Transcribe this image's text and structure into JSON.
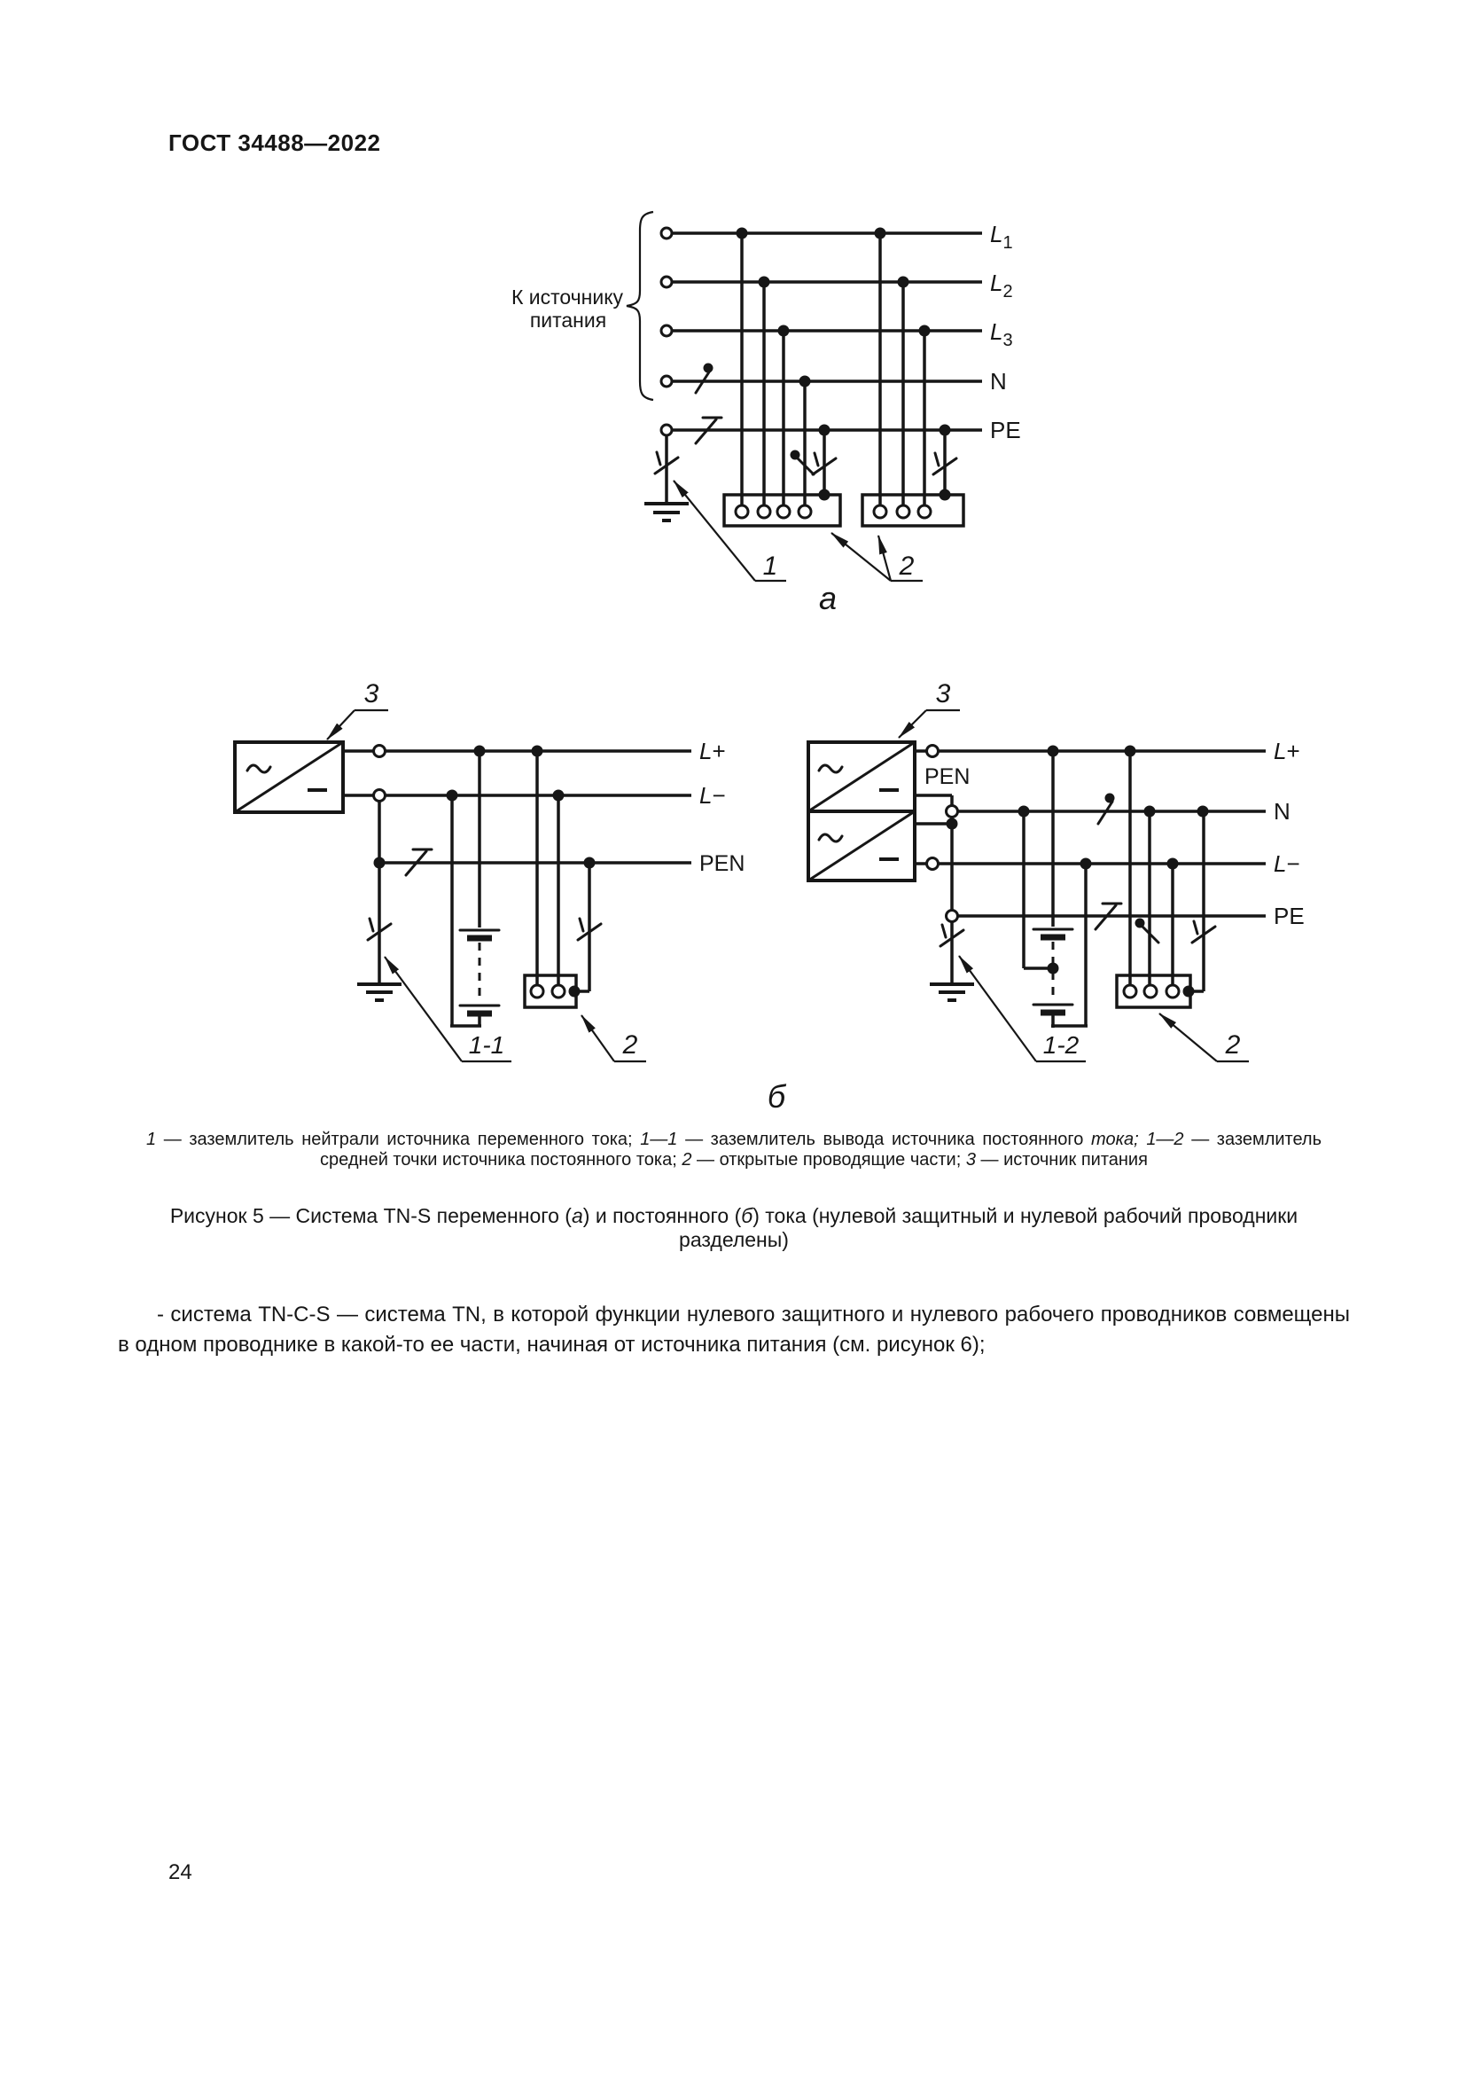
{
  "page": {
    "header": "ГОСТ 34488—2022",
    "number": "24"
  },
  "figure": {
    "diagram_a": {
      "source_label_1": "К источнику",
      "source_label_2": "питания",
      "L": "L",
      "sub1": "1",
      "sub2": "2",
      "sub3": "3",
      "N": "N",
      "PE": "PE",
      "ref1": "1",
      "ref2": "2",
      "part": "а"
    },
    "diagram_b_left": {
      "ref3": "3",
      "L": "L",
      "plus": "+",
      "minus": "−",
      "PEN": "PEN",
      "ref11": "1-1",
      "ref2": "2"
    },
    "diagram_b_right": {
      "ref3": "3",
      "L": "L",
      "plus": "+",
      "minus": "−",
      "N": "N",
      "PE": "PE",
      "PEN": "PEN",
      "ref12": "1-2",
      "ref2": "2"
    },
    "part_b": "б"
  },
  "legend": {
    "items": [
      {
        "num": "1",
        "text": "— заземлитель нейтрали источника переменного тока;"
      },
      {
        "num": "1—1",
        "text": "— заземлитель вывода источника постоянного"
      },
      {
        "num": "тока; 1—2",
        "text": "— заземлитель средней точки источника постоянного тока;"
      },
      {
        "num": "2",
        "text": "— открытые проводящие части;"
      },
      {
        "num": "3",
        "text": "— источник питания"
      }
    ]
  },
  "caption": {
    "s0": "Рисунок 5 — Система TN-S переменного (",
    "s1": "а",
    "s2": ") и постоянного (",
    "s3": "б",
    "s4": ") тока (нулевой защитный и нулевой рабочий проводники разделены)"
  },
  "paragraph": "- система TN-C-S — система TN, в которой функции нулевого защитного и нулевого рабочего проводников совмещены в одном проводнике в какой-то ее части, начиная от источника питания (см. рисунок 6);"
}
